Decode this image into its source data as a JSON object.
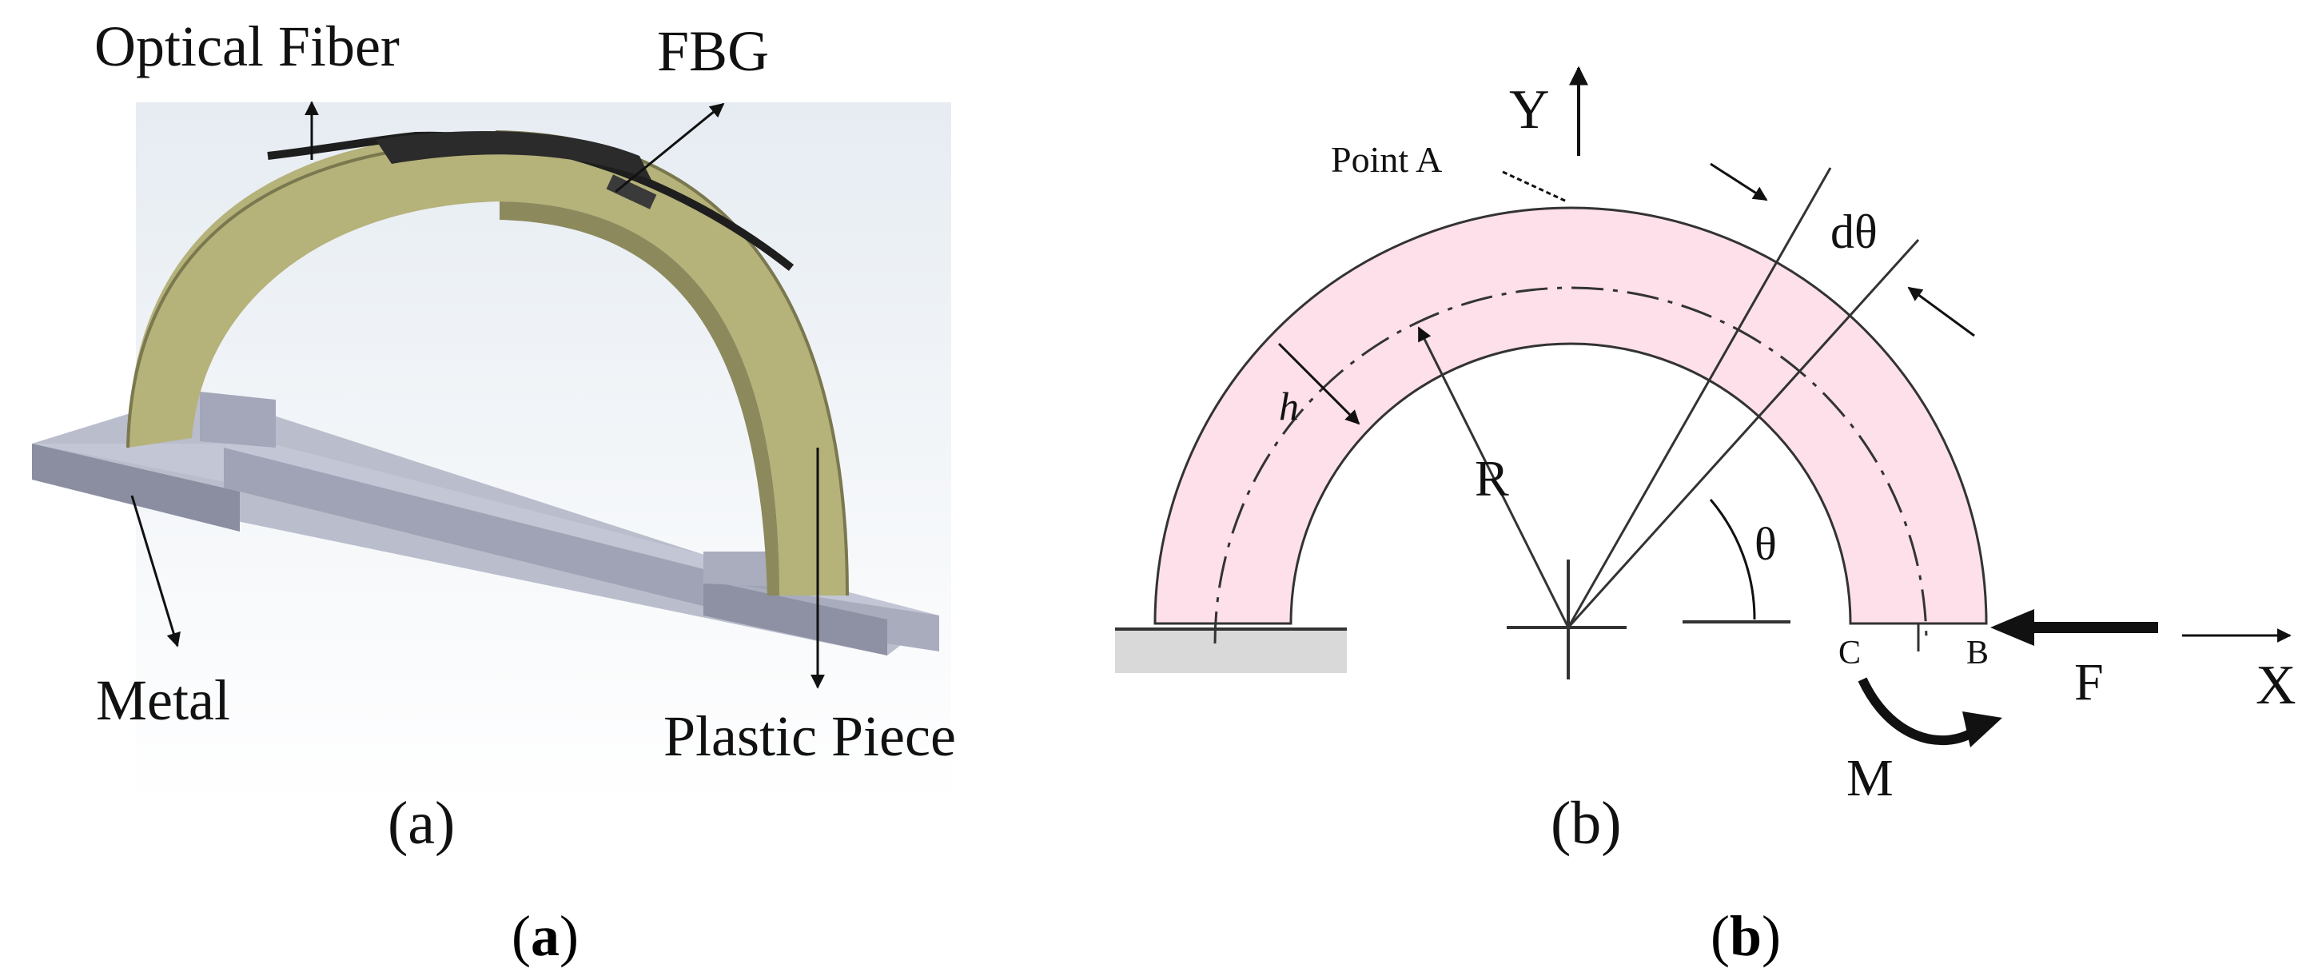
{
  "panel_a": {
    "labels": {
      "optical_fiber": "Optical Fiber",
      "fbg": "FBG",
      "metal": "Metal",
      "plastic_piece": "Plastic Piece"
    },
    "sublabel": "(a)"
  },
  "panel_b": {
    "labels": {
      "y_axis": "Y",
      "x_axis": "X",
      "point_a": "Point A",
      "dtheta": "dθ",
      "h": "h",
      "r": "R",
      "theta": "θ",
      "c": "C",
      "b": "B",
      "f": "F",
      "m": "M"
    },
    "sublabel": "(b)"
  },
  "captions": {
    "a_open": "(",
    "a_letter": "a",
    "a_close": ")",
    "b_open": "(",
    "b_letter": "b",
    "b_close": ")"
  },
  "colors": {
    "arch_fill": "#fde0ea",
    "plastic_arch": "#b5b27a",
    "metal_base": "#9ea3b5",
    "fiber": "#1e1e1e"
  }
}
